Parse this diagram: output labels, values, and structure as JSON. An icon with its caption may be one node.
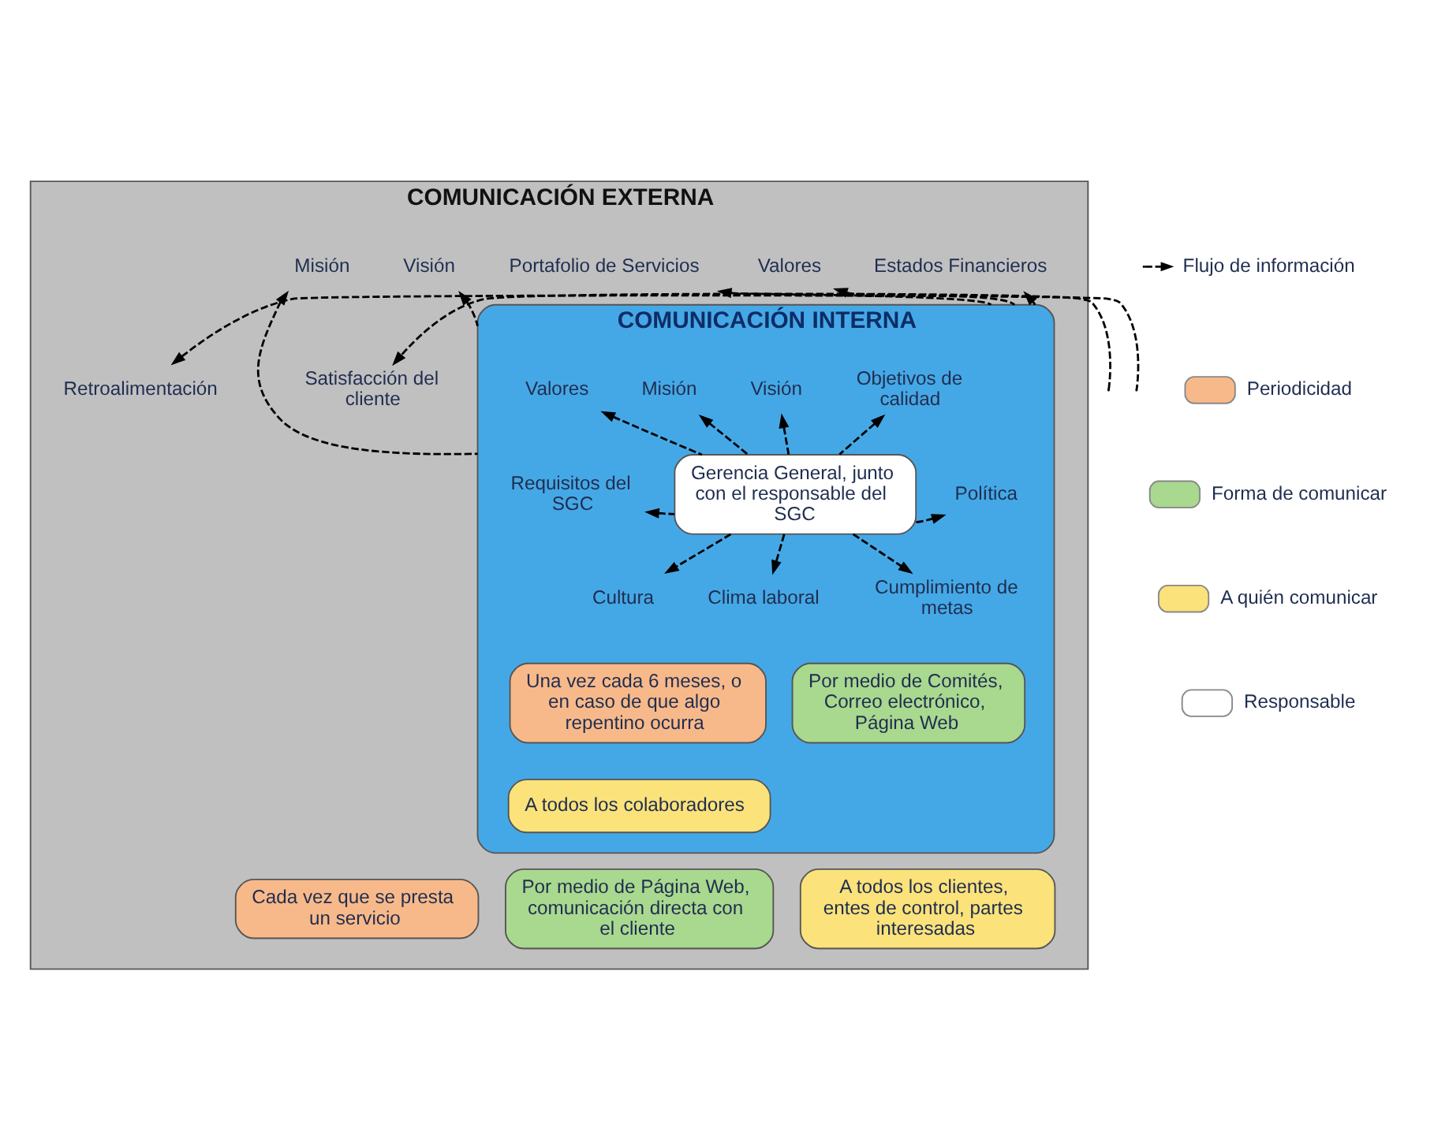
{
  "diagram": {
    "nodes": [
      {
        "text": [
          "COMUNICACIÓN EXTERNA"
        ]
      },
      {
        "text": [
          "Visión"
        ],
        "in": 0
      },
      {
        "text": [
          "Valores"
        ],
        "in": 0
      },
      {
        "text": [
          "Portafolio de Servicios"
        ],
        "in": 0
      },
      {
        "text": [
          "Misión"
        ],
        "in": 0
      },
      {
        "text": [
          "Estados Financieros"
        ],
        "in": 0
      },
      {
        "text": [
          "Satisfacción del cliente"
        ],
        "in": 0
      },
      {
        "text": [
          "Retroalimentación"
        ],
        "in": 0
      },
      {
        "text": [
          "COMUNICACIÓN INTERNA"
        ],
        "in": 0
      },
      {
        "text": [
          "Misión"
        ],
        "in": 8
      },
      {
        "text": [
          "Visión"
        ],
        "in": 8
      },
      {
        "text": [
          "Objetivos de calidad"
        ],
        "in": 8
      },
      {
        "text": [
          "Valores"
        ],
        "in": 8
      },
      {
        "text": [
          "Gerencia General, junto con el responsable del SGC"
        ],
        "in": 8
      },
      {
        "text": [
          "Requisitos del SGC"
        ],
        "in": 8
      },
      {
        "text": [
          "Política"
        ],
        "in": 8
      },
      {
        "text": [
          "Clima laboral"
        ],
        "in": 8
      },
      {
        "text": [
          "Cumplimiento de metas"
        ],
        "in": 8
      },
      {
        "text": [
          "Cultura"
        ],
        "in": 8
      },
      {
        "text": [
          "Una vez cada 6 meses, o en caso de que algo repentino ocurra"
        ],
        "in": 8
      },
      {
        "text": [
          "Por medio de Comités, Correo electrónico, Página Web"
        ],
        "in": 8
      },
      {
        "text": [
          "A todos los colaboradores"
        ],
        "in": 8
      },
      {
        "text": [
          "Cada vez que se presta un servicio"
        ],
        "in": 0
      },
      {
        "text": [
          "Por medio de Página Web, comunicación directa con el cliente"
        ],
        "in": 0
      },
      {
        "text": [
          "A todos los clientes, entes de control, partes interesadas"
        ],
        "in": 0
      }
    ],
    "edges": [
      {
        "from": 8,
        "to": 4,
        "arrow": "to",
        "style": "dashed"
      },
      {
        "from": 8,
        "to": 1,
        "arrow": "to",
        "style": "dashed"
      },
      {
        "from": 8,
        "to": 2,
        "arrow": "to",
        "style": "dashed"
      },
      {
        "from": 8,
        "to": 3,
        "arrow": "to",
        "style": "dashed"
      },
      {
        "from": 8,
        "to": 5,
        "arrow": "to",
        "style": "dashed"
      },
      {
        "from": null,
        "to": 6,
        "arrow": "to",
        "style": "dashed"
      },
      {
        "from": null,
        "to": 7,
        "arrow": "to",
        "style": "dashed"
      },
      {
        "from": 13,
        "to": 9,
        "arrow": "to",
        "style": "dashed"
      },
      {
        "from": 13,
        "to": 10,
        "arrow": "to",
        "style": "dashed"
      },
      {
        "from": 13,
        "to": 11,
        "arrow": "to",
        "style": "dashed"
      },
      {
        "from": 13,
        "to": 12,
        "arrow": "to",
        "style": "dashed"
      },
      {
        "from": 13,
        "to": 14,
        "arrow": "to",
        "style": "dashed"
      },
      {
        "from": 13,
        "to": 15,
        "arrow": "to",
        "style": "dashed"
      },
      {
        "from": 13,
        "to": 16,
        "arrow": "to",
        "style": "dashed"
      },
      {
        "from": 13,
        "to": 17,
        "arrow": "to",
        "style": "dashed"
      },
      {
        "from": 13,
        "to": 18,
        "arrow": "to",
        "style": "dashed"
      }
    ],
    "legend": [
      {
        "text": "Flujo de información"
      },
      {
        "text": "Periodicidad",
        "color": "#f8b98a"
      },
      {
        "text": "Forma de comunicar",
        "color": "#a9d88f"
      },
      {
        "text": "A quién comunicar",
        "color": "#fbe27a"
      },
      {
        "text": "Responsable",
        "color": "#ffffff"
      }
    ]
  }
}
